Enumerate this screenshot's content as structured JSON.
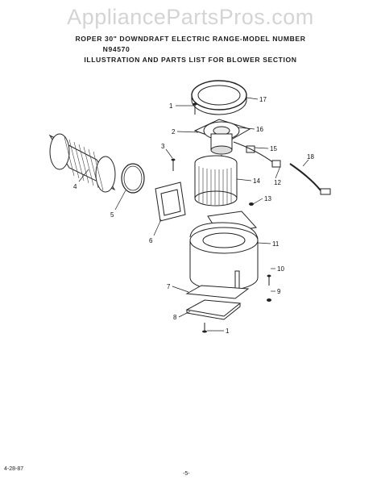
{
  "watermark": "AppliancePartsPros.com",
  "header": {
    "line1": "ROPER 30\" DOWNDRAFT ELECTRIC RANGE-MODEL NUMBER",
    "line2": "N94570",
    "line3": "ILLUSTRATION AND PARTS LIST FOR BLOWER SECTION"
  },
  "callouts": [
    "1",
    "17",
    "16",
    "2",
    "15",
    "3",
    "18",
    "14",
    "4",
    "12",
    "13",
    "5",
    "6",
    "11",
    "10",
    "7",
    "9",
    "8",
    "1"
  ],
  "footer": {
    "date": "4-28-87",
    "page": "-5-"
  }
}
